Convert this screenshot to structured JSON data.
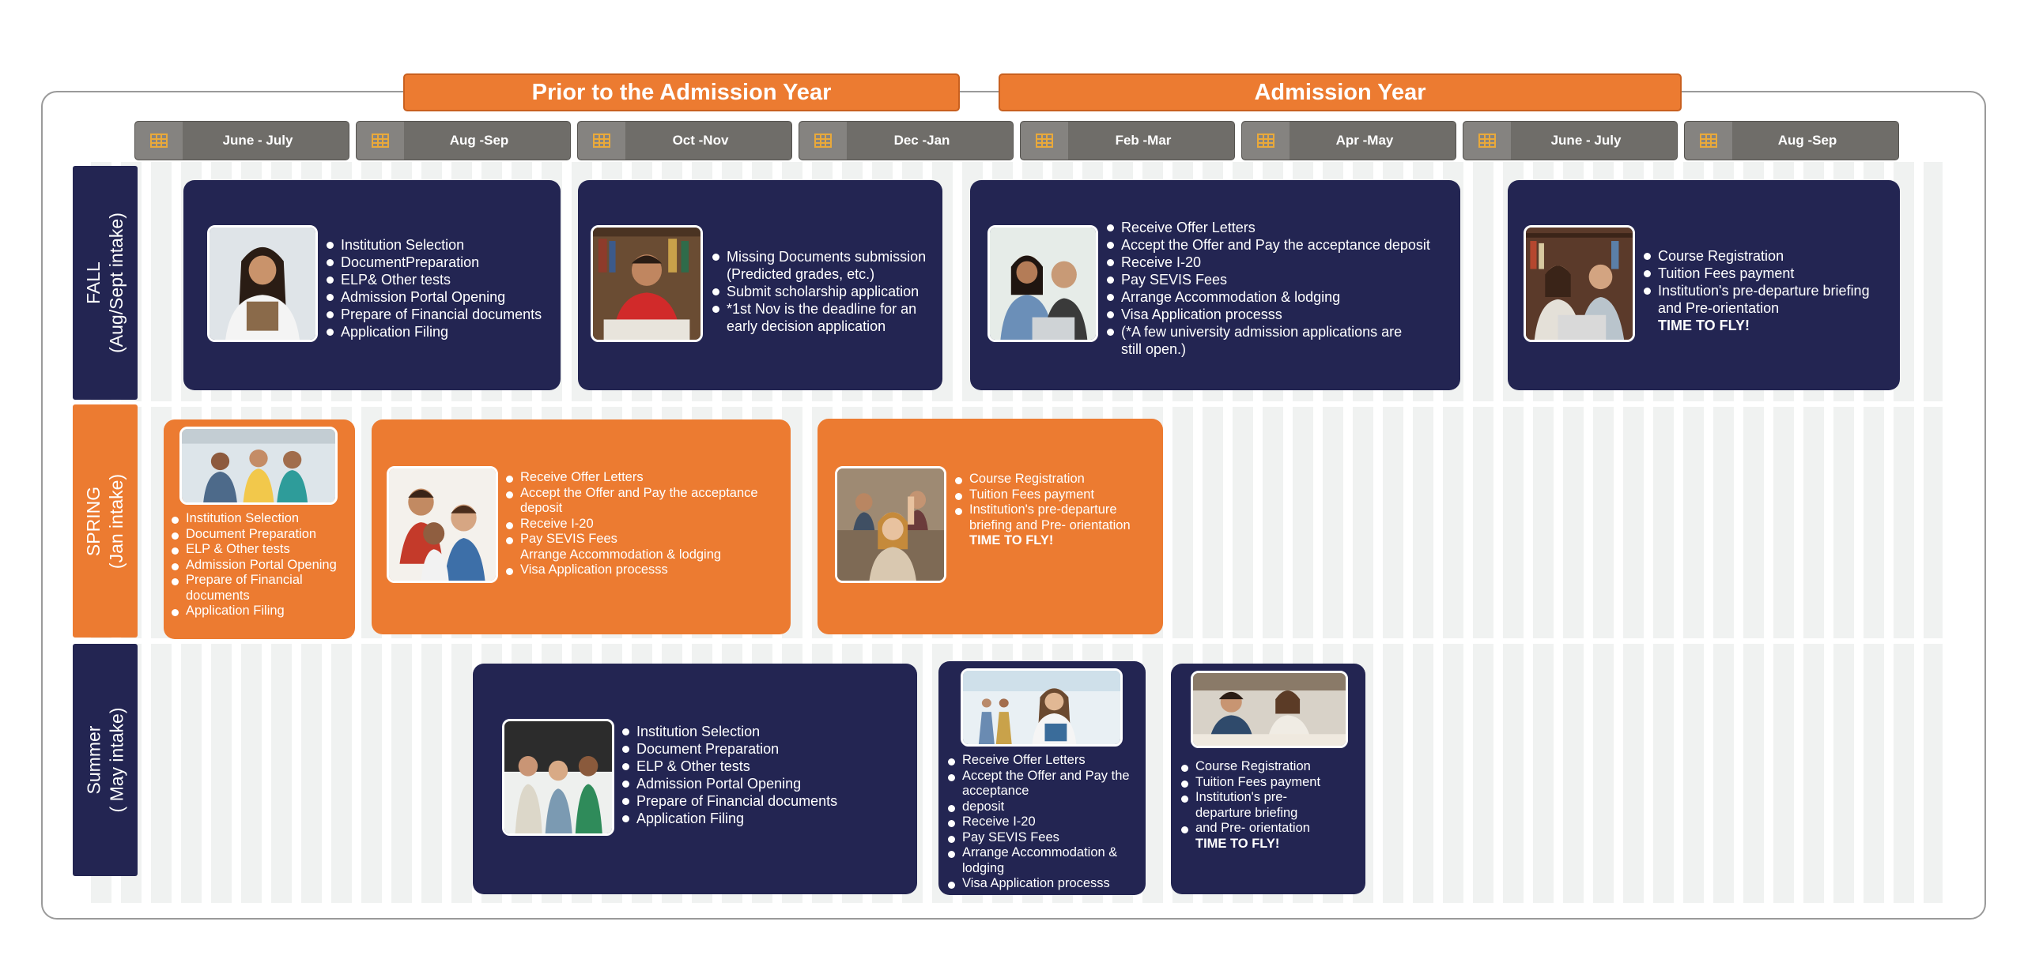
{
  "colors": {
    "navy": "#232552",
    "orange": "#ec7b31",
    "period_bar": "#6f6d69",
    "grid": "#f0f2f1"
  },
  "phases": {
    "prior": "Prior to the Admission Year",
    "admission": "Admission Year"
  },
  "periods": [
    "June - July",
    "Aug -Sep",
    "Oct -Nov",
    "Dec -Jan",
    "Feb -Mar",
    "Apr -May",
    "June - July",
    "Aug -Sep"
  ],
  "period_icon": "calendar-icon",
  "intakes": {
    "fall": [
      "FALL",
      "(Aug/Sept intake)"
    ],
    "spring": [
      "SPRING",
      "(Jan intake)"
    ],
    "summer": [
      "Summer",
      "( May intake)"
    ]
  },
  "fall": {
    "card1": [
      "Institution Selection",
      "DocumentPreparation",
      "ELP& Other tests",
      "Admission Portal Opening",
      "Prepare of Financial documents",
      "Application Filing"
    ],
    "card2": [
      "Missing Documents submission",
      "(Predicted grades, etc.)",
      "Submit scholarship application",
      "*1st Nov is the deadline for an",
      "early decision application"
    ],
    "card3": [
      "Receive Offer Letters",
      "Accept the Offer and Pay the acceptance deposit",
      "Receive I-20",
      "Pay SEVIS Fees",
      "Arrange Accommodation & lodging",
      "Visa Application processs",
      "(*A few university admission applications are",
      "still open.)"
    ],
    "card4": [
      "Course Registration",
      "Tuition Fees payment",
      "Institution's pre-departure briefing",
      "and Pre-orientation",
      "TIME TO FLY!"
    ]
  },
  "spring": {
    "card1": [
      "Institution Selection",
      "Document Preparation",
      "ELP & Other tests",
      "Admission Portal Opening",
      "Prepare of Financial",
      "documents",
      "Application Filing"
    ],
    "card2": [
      "Receive Offer Letters",
      "Accept the Offer and Pay the acceptance",
      "deposit",
      "Receive I-20",
      "Pay SEVIS Fees",
      "Arrange Accommodation & lodging",
      "Visa Application processs"
    ],
    "card3": [
      "Course Registration",
      "Tuition Fees payment",
      "Institution's pre-departure",
      "briefing and Pre- orientation",
      "TIME TO FLY!"
    ]
  },
  "summer": {
    "card1": [
      "Institution Selection",
      "Document Preparation",
      "ELP & Other tests",
      "Admission Portal Opening",
      "Prepare of Financial documents",
      "Application Filing"
    ],
    "card2": [
      "Receive Offer Letters",
      "Accept the Offer and Pay the",
      "acceptance",
      "deposit",
      "Receive I-20",
      "Pay SEVIS Fees",
      "Arrange Accommodation &",
      "lodging",
      "Visa Application processs"
    ],
    "card3": [
      "Course Registration",
      "Tuition Fees payment",
      "Institution's pre-",
      "departure briefing",
      "and Pre- orientation",
      "TIME TO FLY!"
    ]
  }
}
